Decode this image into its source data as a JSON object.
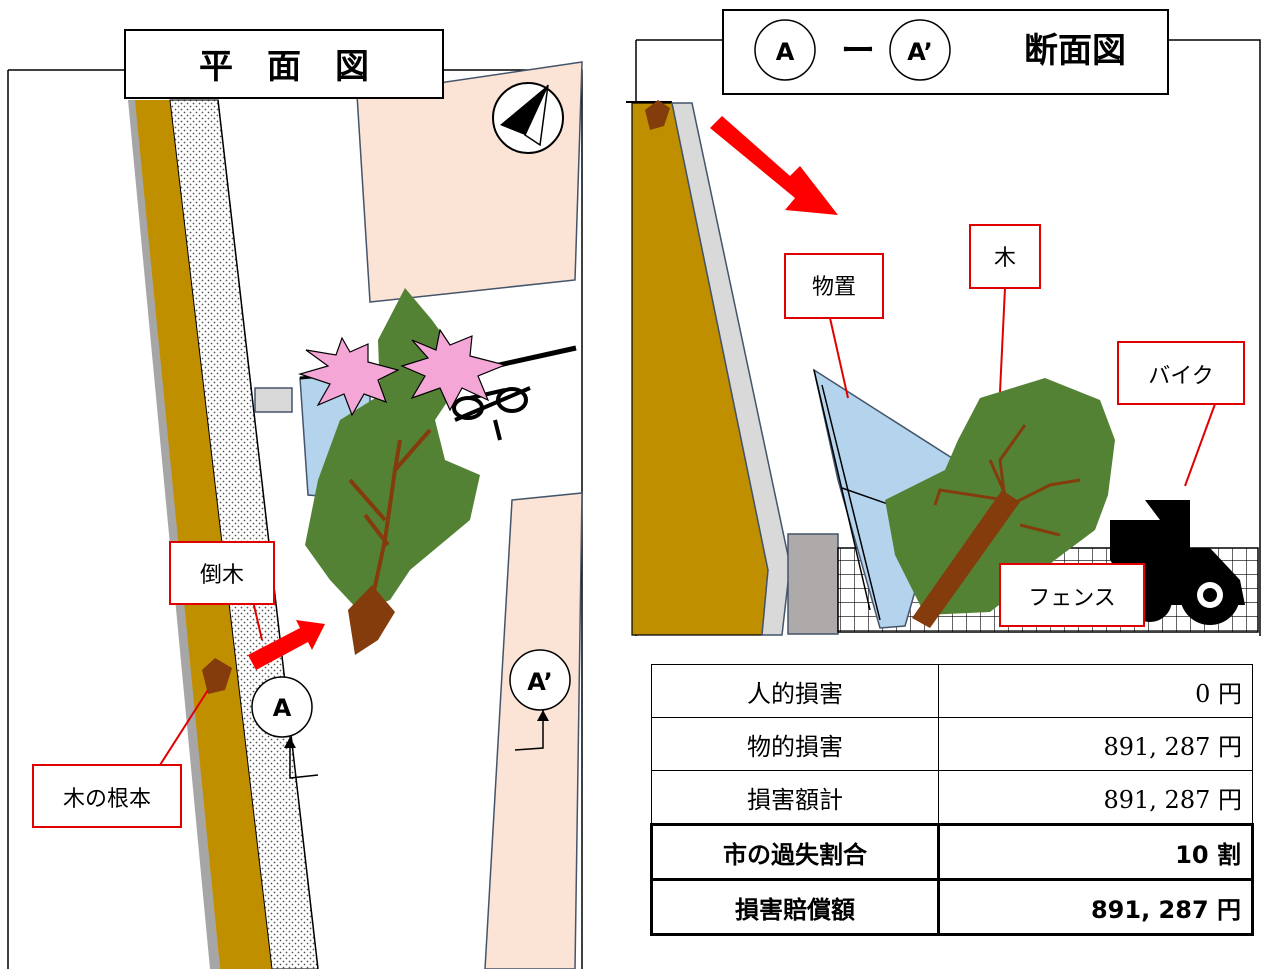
{
  "plan": {
    "title": "平　面　図",
    "marker_a": "A",
    "marker_a_prime": "A’",
    "labels": {
      "fallen_tree": "倒木",
      "tree_root": "木の根本"
    }
  },
  "section": {
    "title_a": "A",
    "title_dash": "ー",
    "title_a_prime": "A’",
    "title_text": "断面図",
    "labels": {
      "shed": "物置",
      "tree": "木",
      "bike": "バイク",
      "fence": "フェンス"
    }
  },
  "damage_table": [
    {
      "label": "人的損害",
      "value": "0 円"
    },
    {
      "label": "物的損害",
      "value": "891, 287 円"
    },
    {
      "label": "損害額計",
      "value": "891, 287 円"
    },
    {
      "label": "市の過失割合",
      "value": "10 割"
    },
    {
      "label": "損害賠償額",
      "value": "891, 287 円"
    }
  ],
  "colors": {
    "slope": "#bf8f00",
    "gutter": "#d6d6d6",
    "building": "#fbe4d5",
    "shed": "#b4d3ec",
    "tree_canopy": "#548235",
    "tree_trunk": "#843c0c",
    "impact": "#f4a6d7",
    "arrow": "#ff0000",
    "label_border": "#e00000"
  },
  "icons": [
    "north-arrow-icon",
    "motorbike-icon",
    "impact-burst-icon"
  ]
}
